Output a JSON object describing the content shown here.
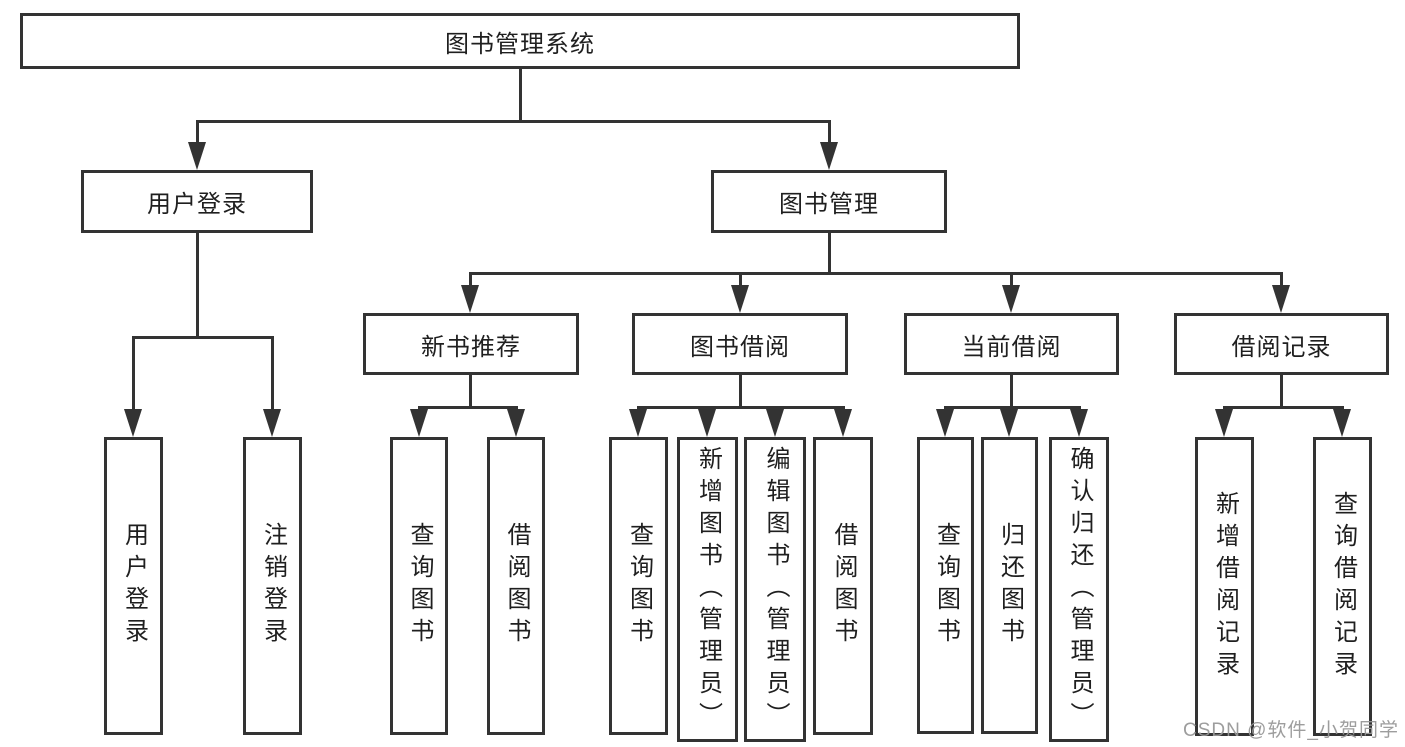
{
  "tree": {
    "label": "图书管理系统",
    "children": [
      {
        "label": "用户登录",
        "children": [
          {
            "label": "用户登录"
          },
          {
            "label": "注销登录"
          }
        ]
      },
      {
        "label": "图书管理",
        "children": [
          {
            "label": "新书推荐",
            "children": [
              {
                "label": "查询图书"
              },
              {
                "label": "借阅图书"
              }
            ]
          },
          {
            "label": "图书借阅",
            "children": [
              {
                "label": "查询图书"
              },
              {
                "label": "新增图书（管理员）"
              },
              {
                "label": "编辑图书（管理员）"
              },
              {
                "label": "借阅图书"
              }
            ]
          },
          {
            "label": "当前借阅",
            "children": [
              {
                "label": "查询图书"
              },
              {
                "label": "归还图书"
              },
              {
                "label": "确认归还（管理员）"
              }
            ]
          },
          {
            "label": "借阅记录",
            "children": [
              {
                "label": "新增借阅记录"
              },
              {
                "label": "查询借阅记录"
              }
            ]
          }
        ]
      }
    ]
  },
  "watermark": {
    "text": "CSDN @软件_小贺同学"
  },
  "colors": {
    "line": "#333333",
    "text": "#1f1f1f",
    "background": "#ffffff",
    "watermark": "#989898"
  }
}
